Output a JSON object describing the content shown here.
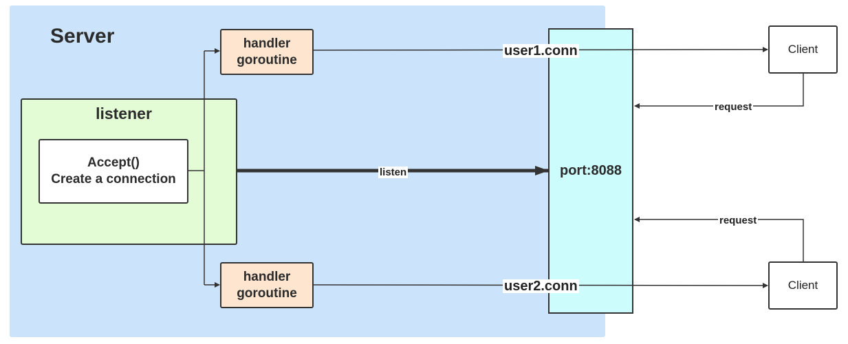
{
  "server": {
    "title": "Server"
  },
  "listener": {
    "title": "listener",
    "accept_line1": "Accept()",
    "accept_line2": "Create a connection"
  },
  "handlers": [
    {
      "line1": "handler",
      "line2": "goroutine"
    },
    {
      "line1": "handler",
      "line2": "goroutine"
    }
  ],
  "port": {
    "label": "port:8088"
  },
  "clients": [
    {
      "label": "Client"
    },
    {
      "label": "Client"
    }
  ],
  "edges": {
    "conn1": "user1.conn",
    "conn2": "user2.conn",
    "listen": "listen",
    "request1": "request",
    "request2": "request"
  },
  "colors": {
    "server_bg": "#cce4fb",
    "listener_bg": "#e4fcd6",
    "handler_bg": "#fde5cf",
    "port_bg": "#ccfcfc",
    "line": "#333333"
  }
}
